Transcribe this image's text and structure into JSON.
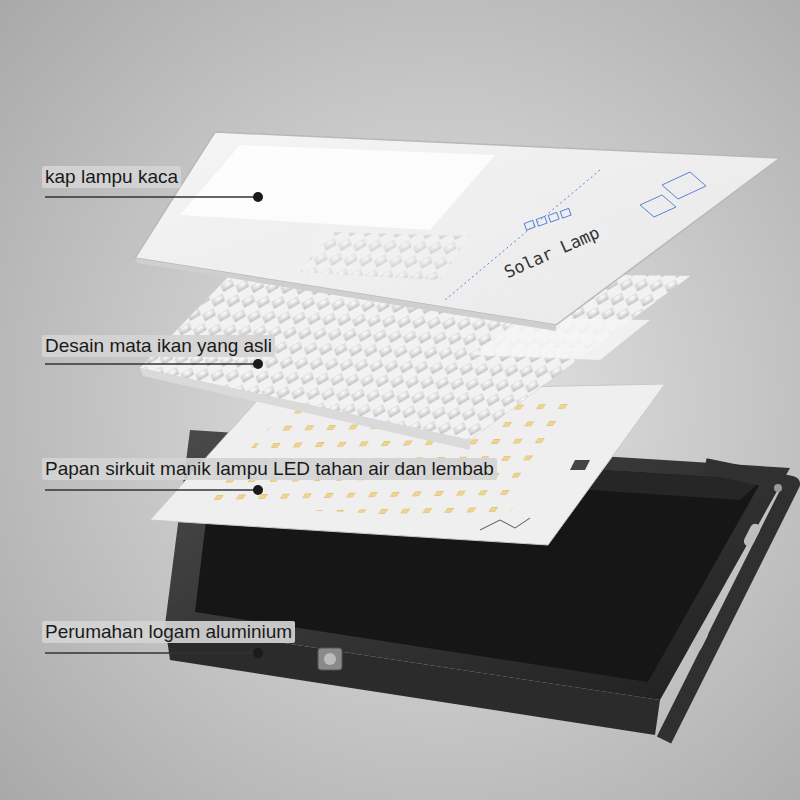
{
  "diagram": {
    "labels": [
      "kap lampu kaca",
      "Desain mata ikan yang asli",
      "Papan sirkuit manik lampu LED tahan air dan lembab",
      "Perumahan logam aluminium",
      "Solar Lamp"
    ]
  }
}
